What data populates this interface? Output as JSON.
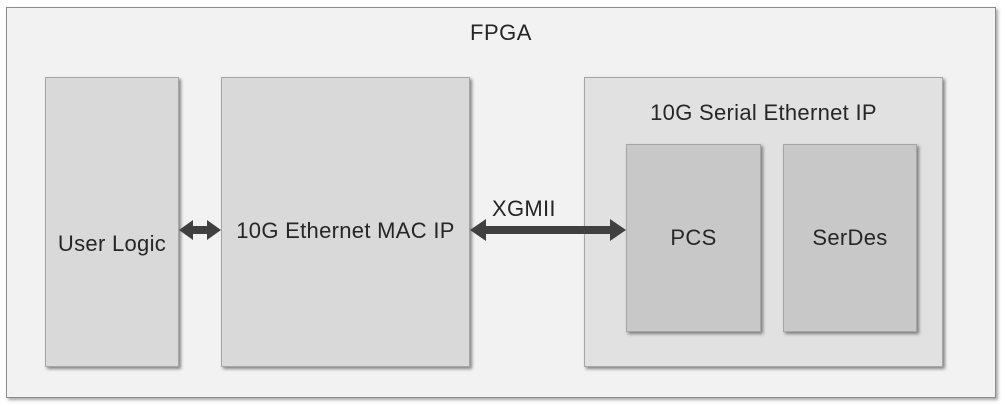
{
  "diagram": {
    "container": {
      "label": "FPGA"
    },
    "blocks": {
      "user_logic": "User Logic",
      "mac": "10G Ethernet MAC IP",
      "serial": "10G Serial Ethernet IP",
      "pcs": "PCS",
      "serdes": "SerDes"
    },
    "links": {
      "xgmii": "XGMII"
    }
  },
  "colors": {
    "container_fill": "#f2f2f2",
    "block_fill": "#d9d9d9",
    "inner_block_fill": "#c8c8c8",
    "arrow": "#404040"
  }
}
